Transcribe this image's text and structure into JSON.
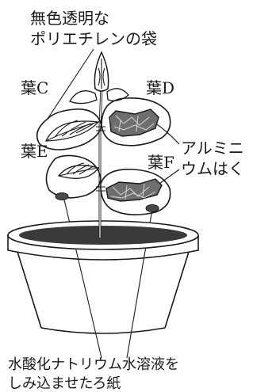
{
  "labels": {
    "bag": [
      "無色透明な",
      "ポリエチレンの袋"
    ],
    "leaf_c": "葉C",
    "leaf_d": "葉D",
    "leaf_e": "葉E",
    "leaf_f": "葉F",
    "foil": [
      "アルミニ",
      "ウムはく"
    ],
    "paper": [
      "水酸化ナトリウム水溶液を",
      "しみ込ませたろ紙"
    ]
  }
}
